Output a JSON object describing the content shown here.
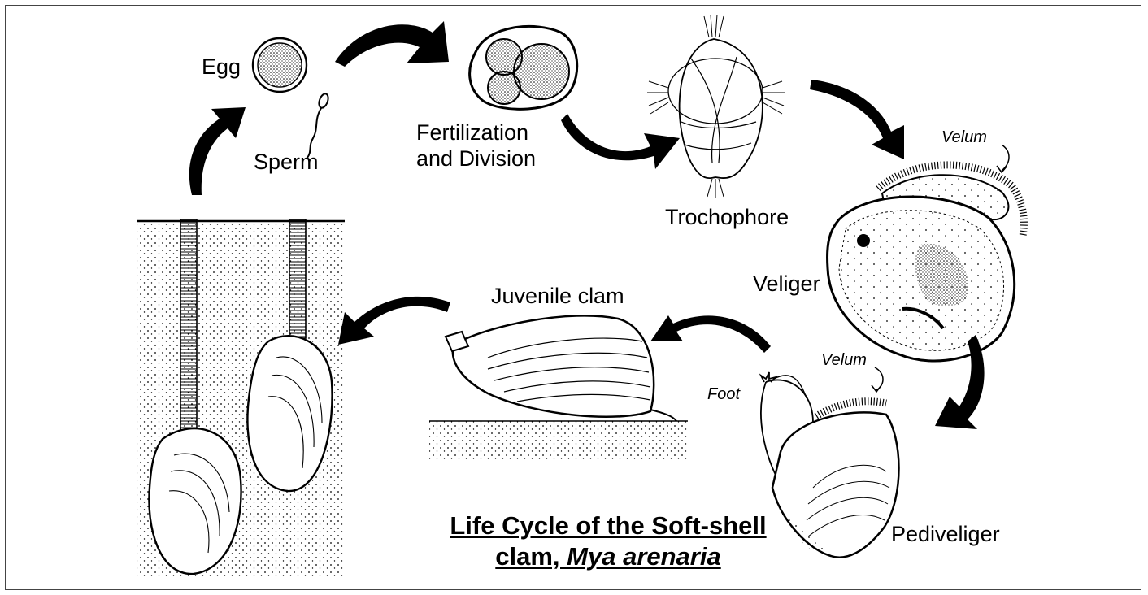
{
  "labels": {
    "egg": "Egg",
    "sperm": "Sperm",
    "fertilization_line1": "Fertilization",
    "fertilization_line2": "and Division",
    "trochophore": "Trochophore",
    "velum_upper": "Velum",
    "veliger": "Veliger",
    "juvenile_clam": "Juvenile clam",
    "velum_lower": "Velum",
    "foot": "Foot",
    "pediveliger": "Pediveliger"
  },
  "title": {
    "line1": "Life Cycle of the Soft-shell",
    "line2_prefix": "clam, ",
    "line2_species": "Mya arenaria"
  },
  "colors": {
    "ink": "#000000",
    "frame": "#444444",
    "background": "#ffffff"
  }
}
